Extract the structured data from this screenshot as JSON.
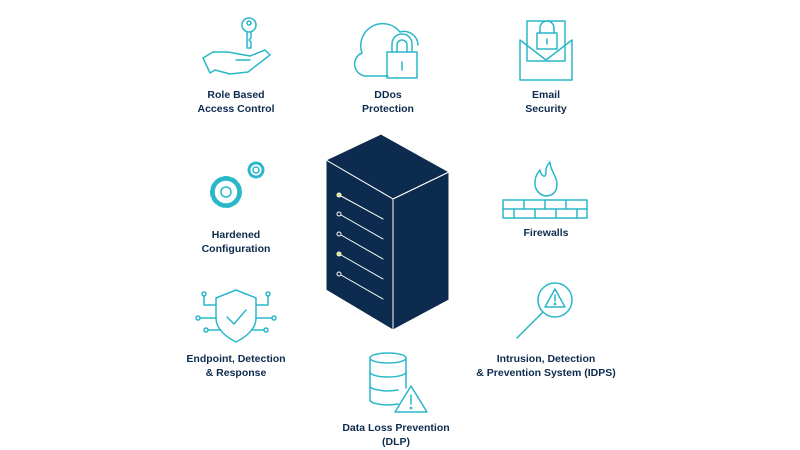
{
  "colors": {
    "navy": "#0d2b4e",
    "teal": "#2ab7c9",
    "led": "#d4e84a"
  },
  "center": {
    "icon": "server-rack-icon"
  },
  "features": [
    {
      "icon": "hand-key-icon",
      "lines": [
        "Role Based",
        "Access Control"
      ]
    },
    {
      "icon": "cloud-lock-icon",
      "lines": [
        "DDos",
        "Protection"
      ]
    },
    {
      "icon": "envelope-lock-icon",
      "lines": [
        "Email",
        "Security"
      ]
    },
    {
      "icon": "gears-icon",
      "lines": [
        "Hardened",
        "Configuration"
      ]
    },
    {
      "icon": "firewall-icon",
      "lines": [
        "Firewalls"
      ]
    },
    {
      "icon": "shield-check-icon",
      "lines": [
        "Endpoint, Detection",
        "& Response"
      ]
    },
    {
      "icon": "magnifier-warning-icon",
      "lines": [
        "Intrusion, Detection",
        "& Prevention System (IDPS)"
      ]
    },
    {
      "icon": "database-warning-icon",
      "lines": [
        "Data Loss Prevention",
        "(DLP)"
      ]
    }
  ]
}
